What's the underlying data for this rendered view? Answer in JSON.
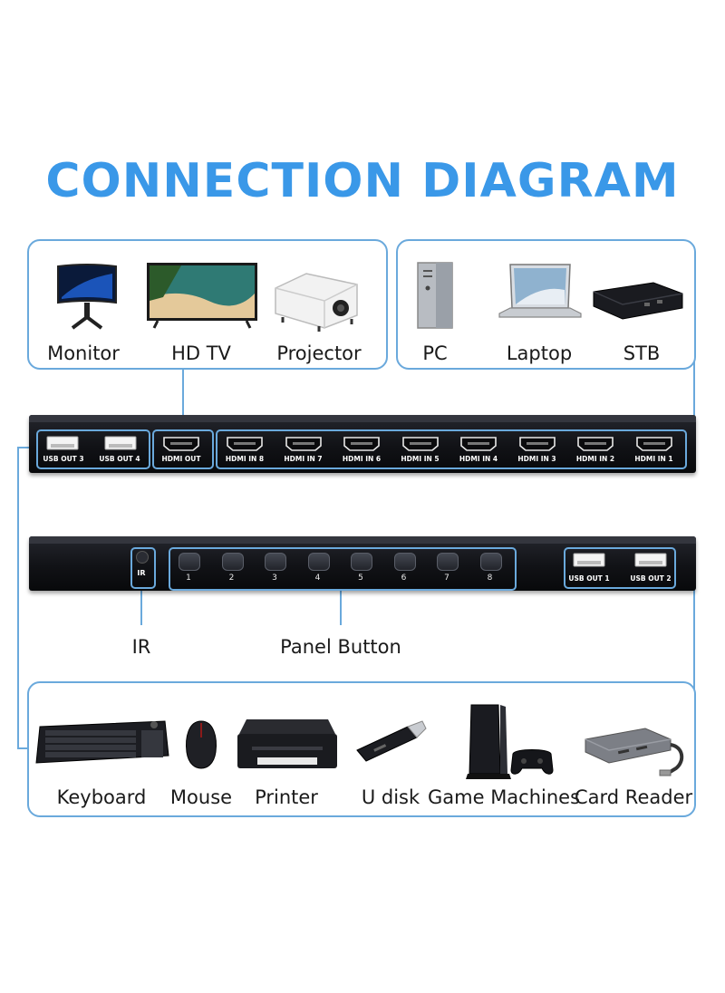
{
  "title": "CONNECTION DIAGRAM",
  "displays": [
    {
      "label": "Monitor",
      "icon": "monitor-icon"
    },
    {
      "label": "HD TV",
      "icon": "tv-icon"
    },
    {
      "label": "Projector",
      "icon": "projector-icon"
    }
  ],
  "sources": [
    {
      "label": "PC",
      "icon": "pc-icon"
    },
    {
      "label": "Laptop",
      "icon": "laptop-icon"
    },
    {
      "label": "STB",
      "icon": "set-top-box-icon"
    }
  ],
  "rear_panel": {
    "usb_ports": [
      "USB OUT 3",
      "USB OUT 4"
    ],
    "hdmi_out": "HDMI OUT",
    "hdmi_inputs": [
      "HDMI IN 8",
      "HDMI IN 7",
      "HDMI IN 6",
      "HDMI IN 5",
      "HDMI IN 4",
      "HDMI IN 3",
      "HDMI IN 2",
      "HDMI IN 1"
    ]
  },
  "front_panel": {
    "ir_label": "IR",
    "buttons": [
      "1",
      "2",
      "3",
      "4",
      "5",
      "6",
      "7",
      "8"
    ],
    "usb_ports": [
      "USB OUT 1",
      "USB OUT 2"
    ]
  },
  "callouts": {
    "ir": "IR",
    "panel_button": "Panel Button"
  },
  "peripherals": [
    {
      "label": "Keyboard",
      "icon": "keyboard-icon"
    },
    {
      "label": "Mouse",
      "icon": "mouse-icon"
    },
    {
      "label": "Printer",
      "icon": "printer-icon"
    },
    {
      "label": "U disk",
      "icon": "usb-disk-icon"
    },
    {
      "label": "Game Machines",
      "icon": "game-console-icon"
    },
    {
      "label": "Card Reader",
      "icon": "card-reader-icon"
    }
  ],
  "colors": {
    "accent": "#3a98e8",
    "outline": "#6aa9dc",
    "device": "#14151a"
  }
}
